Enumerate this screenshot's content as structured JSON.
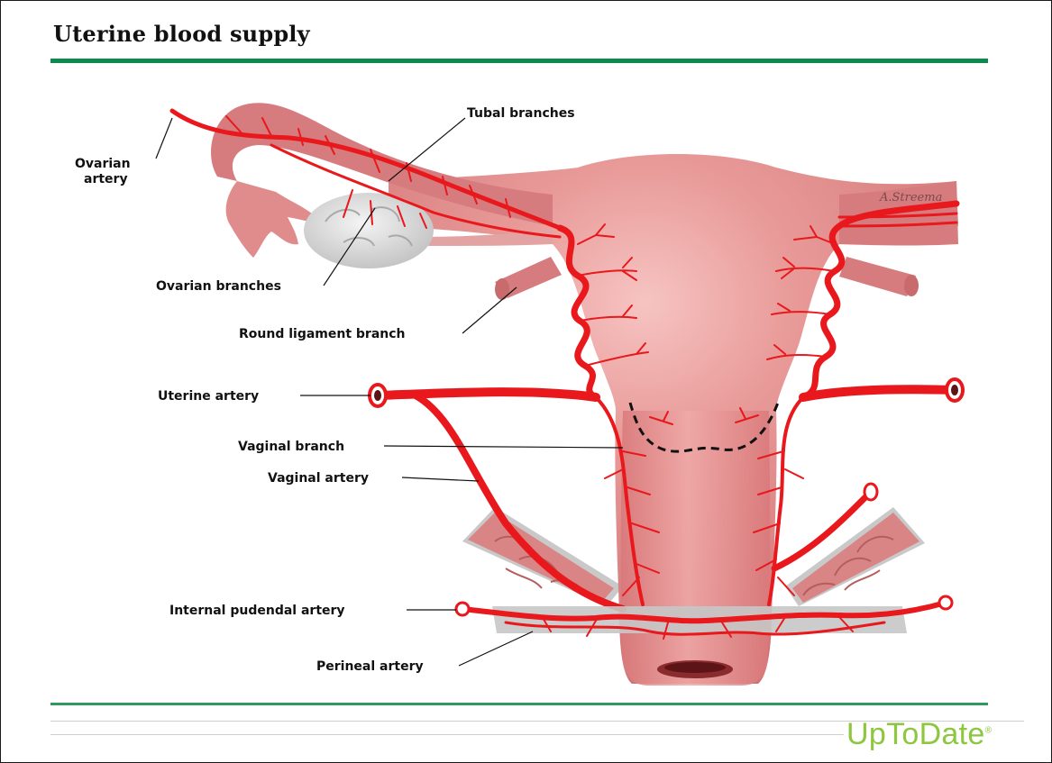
{
  "header": {
    "title": "Uterine blood supply"
  },
  "labels": {
    "ovarian_artery_line1": "Ovarian",
    "ovarian_artery_line2": "artery",
    "tubal_branches": "Tubal branches",
    "ovarian_branches": "Ovarian branches",
    "round_ligament_branch": "Round ligament branch",
    "uterine_artery": "Uterine artery",
    "vaginal_branch": "Vaginal branch",
    "vaginal_artery": "Vaginal artery",
    "internal_pudendal_artery": "Internal pudendal artery",
    "perineal_artery": "Perineal artery"
  },
  "signature": "A.Streema",
  "footer": {
    "brand": "UpToDate",
    "brand_mark": "®"
  },
  "colors": {
    "title_rule": "#0d8a4e",
    "footer_rule": "#2e9a5b",
    "brand": "#8dc63f",
    "artery": "#e8181c",
    "uterus": "#d9787a",
    "ovary": "#dcdcdc",
    "muscle": "#d98585"
  }
}
